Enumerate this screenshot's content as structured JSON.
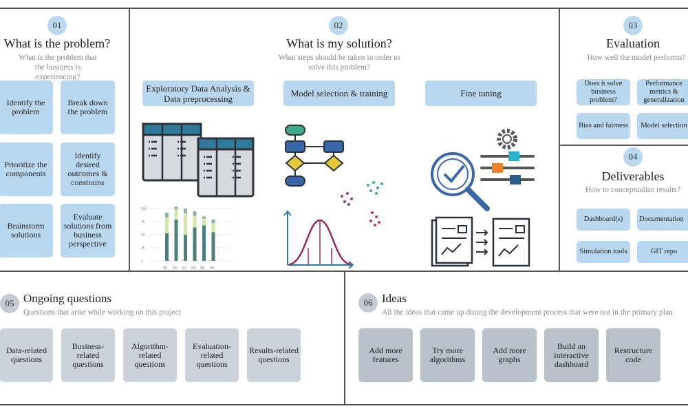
{
  "s01": {
    "num": "01",
    "title": "What is the problem?",
    "subtitle": "What is the problem that the business is experiencing?",
    "items": [
      "Identify the problem",
      "Break down the problem",
      "Prioritize the components",
      "Identify desired outcomes & constrains",
      "Brainstorm solutions",
      "Evaluate solutions from business perspective"
    ]
  },
  "s02": {
    "num": "02",
    "title": "What is my solution?",
    "subtitle": "What steps should be taken in order to solve this problem?",
    "steps": [
      "Exploratory Data Analysis & Data preprocessing",
      "Model selection & training",
      "Fine tuning"
    ],
    "mini_chart": {
      "yticks": [
        "0",
        "25",
        "50",
        "75",
        "100"
      ],
      "xticks": [
        "M1",
        "M2",
        "M3",
        "M4",
        "M5",
        "M6"
      ]
    }
  },
  "s03": {
    "num": "03",
    "title": "Evaluation",
    "subtitle": "How well the model performs?",
    "items": [
      "Does it solve business problem?",
      "Performance metrics & generalization",
      "Bias and fairness",
      "Model selection"
    ]
  },
  "s04": {
    "num": "04",
    "title": "Deliverables",
    "subtitle": "How to conceptualize results?",
    "items": [
      "Dashboard(s)",
      "Documentation",
      "Simulation tools",
      "GIT repo"
    ]
  },
  "s05": {
    "num": "05",
    "title": "Ongoing questions",
    "subtitle": "Questions that arise while working on this project",
    "items": [
      "Data-related questions",
      "Business-related questions",
      "Algorithm-related questions",
      "Evaluation-related questions",
      "Results-related questions"
    ]
  },
  "s06": {
    "num": "06",
    "title": "Ideas",
    "subtitle": "All the ideas that came up during the development process that were not in the primary plan",
    "items": [
      "Add more features",
      "Try more algorithms",
      "Add more graphs",
      "Build an interactive dashboard",
      "Restructure code"
    ]
  },
  "colors": {
    "blue_box": "#b9d7ee",
    "gray_box": "#ccd2da",
    "dark_gray_box": "#b8c0ca",
    "teal": "#2f7a9a",
    "navy": "#3a67a8",
    "magenta": "#9a2a5e"
  }
}
